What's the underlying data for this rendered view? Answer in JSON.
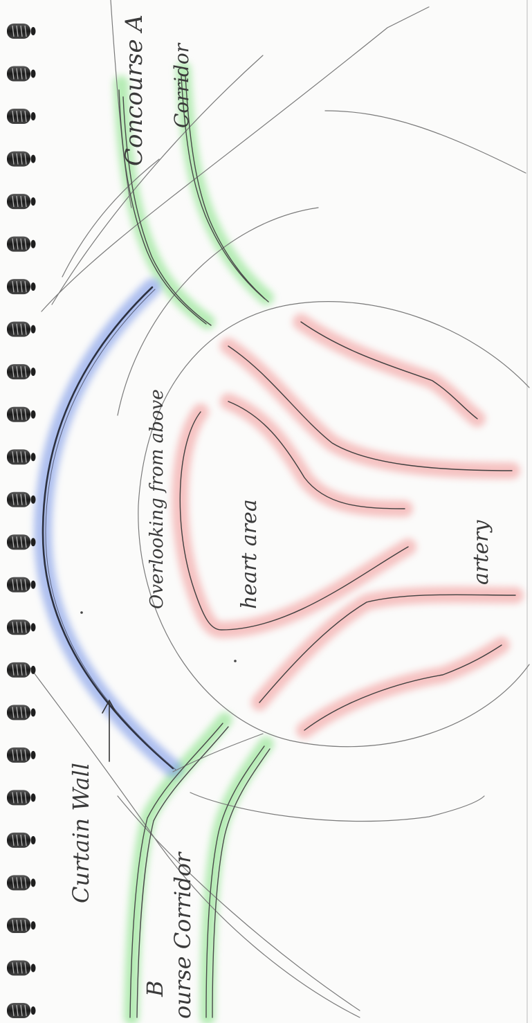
{
  "labels": {
    "concourse_a": "Concourse A",
    "corridor_a": "Corridor",
    "overlooking": "Overlooking from above",
    "heart_area": "heart area",
    "artery": "artery",
    "curtain_wall": "Curtain Wall",
    "b_marker": "B",
    "concourse_b_corridor": "ourse Corridor"
  },
  "colors": {
    "paper": "#fbfbfa",
    "pencil": "#6e6e6e",
    "green_highlight": "#7ee07e",
    "blue_highlight": "#6f8fe6",
    "red_highlight": "#f08a8a",
    "binding_ring": "#2e2e2e"
  },
  "binding": {
    "ring_count": 24,
    "icon": "spiral-binding-ring-icon"
  },
  "icons": {
    "arrow": "arrow-right-icon"
  }
}
